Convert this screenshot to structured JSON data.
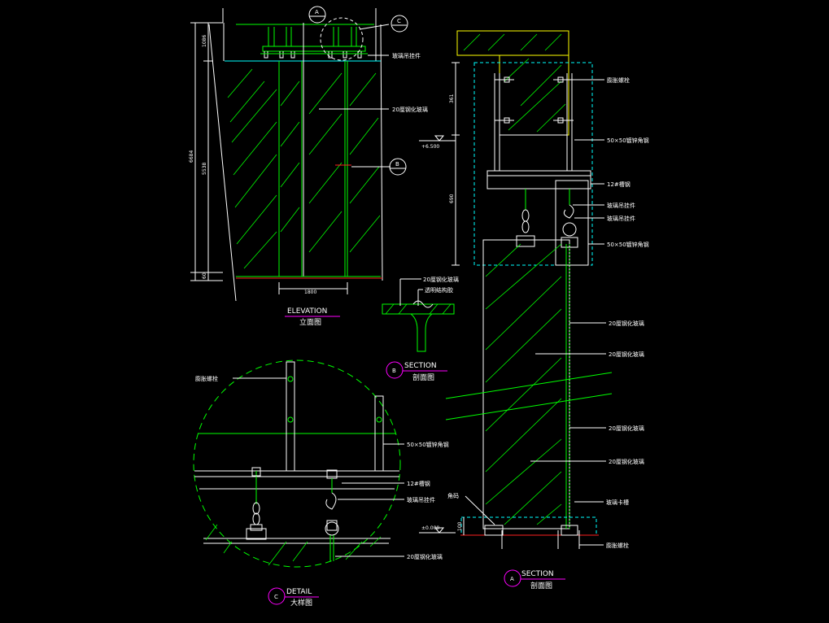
{
  "elevation": {
    "title_en": "ELEVATION",
    "title_cn": "立面图",
    "marker_a": "A",
    "marker_b": "B",
    "marker_c": "C",
    "label_hanger": "玻璃吊挂件",
    "label_glass": "20厘钢化玻璃",
    "dim_total": "6684",
    "dim_top": "1086",
    "dim_main": "5538",
    "dim_bottom": "60",
    "dim_width": "1800"
  },
  "section_b": {
    "title_en": "SECTION",
    "title_cn": "剖面图",
    "marker": "B",
    "label_glass": "20厘钢化玻璃",
    "label_sealant": "透明结构胶"
  },
  "detail_c": {
    "title_en": "DETAIL",
    "title_cn": "大样图",
    "marker": "C",
    "label_bolt": "膨胀螺栓",
    "label_angle": "50×50镀锌角钢",
    "label_channel": "12#槽钢",
    "label_hanger": "玻璃吊挂件",
    "label_glass": "20厘钢化玻璃"
  },
  "section_a": {
    "title_en": "SECTION",
    "title_cn": "剖面图",
    "marker": "A",
    "label_bolt": "膨胀螺栓",
    "label_angle_1": "50×50镀锌角钢",
    "label_channel": "12#槽钢",
    "label_hanger_1": "玻璃吊挂件",
    "label_hanger_2": "玻璃吊挂件",
    "label_angle_2": "50×50镀锌角钢",
    "label_glass_1": "20厘钢化玻璃",
    "label_glass_2": "20厘钢化玻璃",
    "label_glass_3": "20厘钢化玻璃",
    "label_glass_4": "20厘钢化玻璃",
    "label_corner": "角码",
    "label_slot": "玻璃卡槽",
    "label_bolt_bottom": "膨胀螺栓",
    "level_top": "+6.500",
    "level_bottom": "±0.000",
    "dim_361": "361",
    "dim_690": "690",
    "dim_100": "100"
  },
  "colors": {
    "background": "#000000",
    "line_green": "#00ff00",
    "line_white": "#ffffff",
    "line_yellow": "#ffff00",
    "line_cyan": "#00ffff",
    "line_red": "#ff2020",
    "line_magenta": "#ff00ff"
  }
}
